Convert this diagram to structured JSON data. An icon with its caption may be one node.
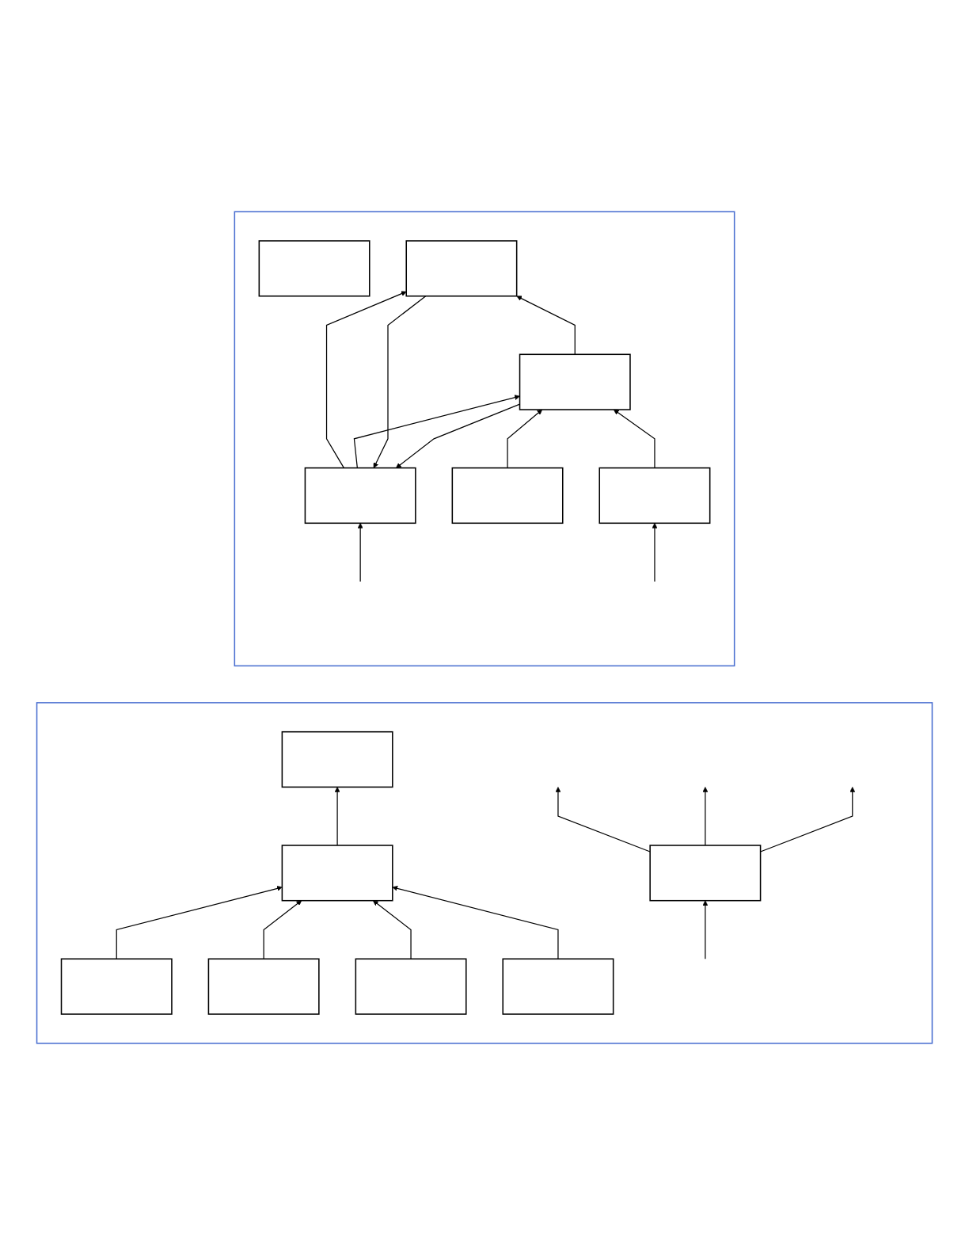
{
  "diagram": {
    "nodes": [
      {
        "text": [],
        "shape": "box"
      },
      {
        "text": [],
        "shape": "box",
        "in": 0
      },
      {
        "text": [],
        "shape": "box",
        "in": 0
      },
      {
        "text": [],
        "shape": "box",
        "in": 0
      },
      {
        "text": [],
        "shape": "box",
        "in": 0
      },
      {
        "text": [],
        "shape": "box",
        "in": 0
      },
      {
        "text": [],
        "shape": "box",
        "in": 0
      },
      {
        "text": [],
        "shape": "box"
      },
      {
        "text": [],
        "shape": "box",
        "in": 7
      },
      {
        "text": [],
        "shape": "box",
        "in": 7
      },
      {
        "text": [],
        "shape": "box",
        "in": 7
      },
      {
        "text": [],
        "shape": "box",
        "in": 7
      },
      {
        "text": [],
        "shape": "box",
        "in": 7
      },
      {
        "text": [],
        "shape": "box",
        "in": 7
      },
      {
        "text": [],
        "shape": "box",
        "in": 7
      }
    ],
    "edges": [
      {
        "from": 3,
        "to": 2,
        "arrow": "to"
      },
      {
        "from": 2,
        "to": 3,
        "arrow": "to"
      },
      {
        "from": 4,
        "to": 3,
        "arrow": "to"
      },
      {
        "from": 3,
        "to": 4,
        "arrow": "to"
      },
      {
        "from": 4,
        "to": 2,
        "arrow": "to"
      },
      {
        "from": 5,
        "to": 4,
        "arrow": "to"
      },
      {
        "from": 6,
        "to": 4,
        "arrow": "to"
      },
      {
        "from": null,
        "to": 3,
        "arrow": "to"
      },
      {
        "from": null,
        "to": 6,
        "arrow": "to"
      },
      {
        "from": 8,
        "to": 11,
        "arrow": "to"
      },
      {
        "from": 11,
        "to": 9,
        "arrow": "to"
      },
      {
        "from": 10,
        "to": 11,
        "arrow": "to"
      },
      {
        "from": 13,
        "to": 11,
        "arrow": "to"
      },
      {
        "from": 14,
        "to": 11,
        "arrow": "to"
      },
      {
        "from": 12,
        "to": null,
        "arrow": "to"
      },
      {
        "from": 12,
        "to": null,
        "arrow": "to"
      },
      {
        "from": 12,
        "to": null,
        "arrow": "to"
      },
      {
        "from": null,
        "to": 12,
        "arrow": "to"
      }
    ]
  }
}
